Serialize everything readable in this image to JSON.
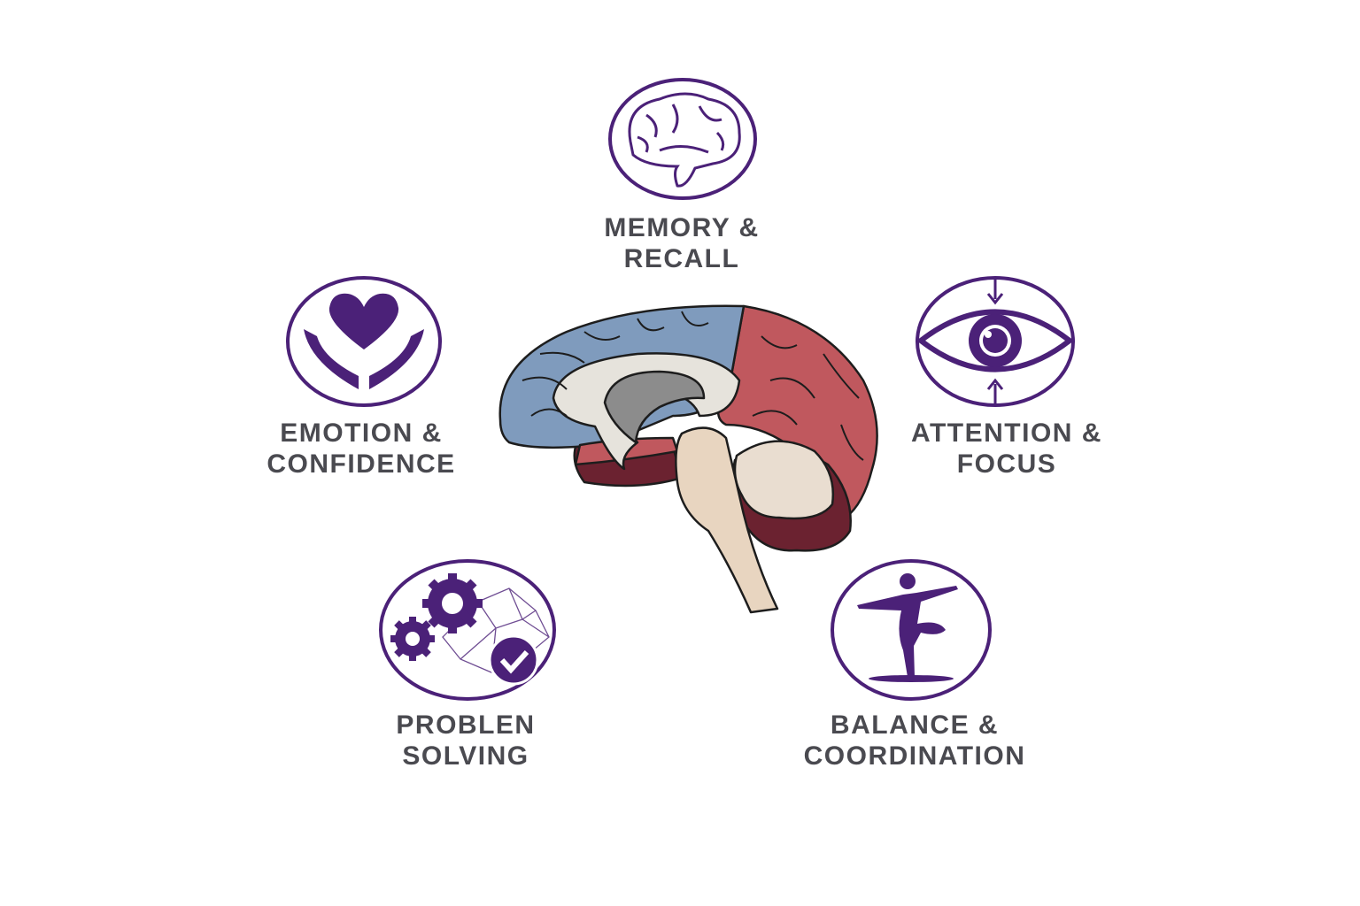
{
  "colors": {
    "accent_purple": "#4b2178",
    "label_gray": "#4a4a50",
    "brain_blue": "#7f9bbd",
    "brain_red": "#c0585e",
    "brain_maroon": "#6b2230",
    "brain_beige": "#e8d5c0"
  },
  "center": {
    "icon": "brain-sagittal-section"
  },
  "items": [
    {
      "icon": "brain-icon",
      "line1": "MEMORY &",
      "line2": "RECALL"
    },
    {
      "icon": "heart-hands-icon",
      "line1": "EMOTION &",
      "line2": "CONFIDENCE"
    },
    {
      "icon": "eye-focus-icon",
      "line1": "ATTENTION &",
      "line2": "FOCUS"
    },
    {
      "icon": "gears-network-check-icon",
      "line1": "PROBLEN",
      "line2": "SOLVING"
    },
    {
      "icon": "balance-figure-icon",
      "line1": "BALANCE &",
      "line2": "COORDINATION"
    }
  ]
}
